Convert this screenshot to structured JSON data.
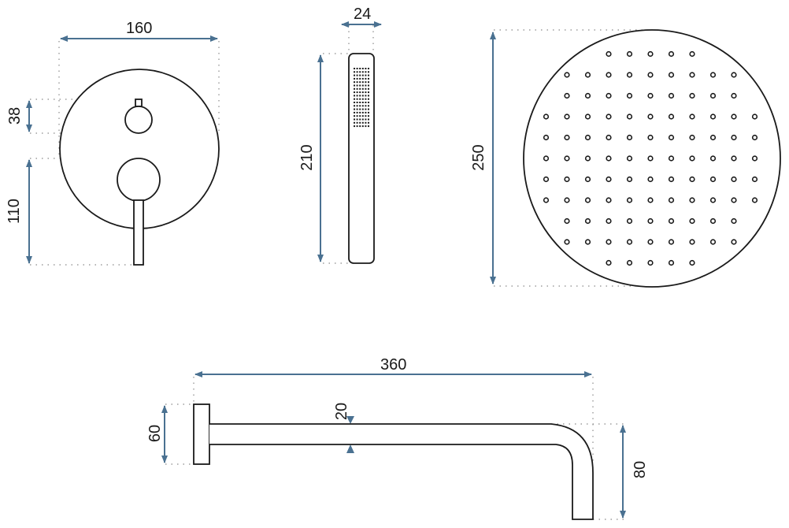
{
  "diagram": {
    "type": "technical-dimension-drawing",
    "colors": {
      "outline": "#1a1a1a",
      "dimension": "#4a7191",
      "extension": "#8a8a8a",
      "background": "#ffffff"
    },
    "parts": [
      {
        "id": "mixer-valve",
        "label": "Concealed mixer valve (front view)",
        "dimensions": {
          "width": "160",
          "knob_diameter": "38",
          "lever_offset": "110"
        }
      },
      {
        "id": "hand-shower",
        "label": "Hand shower",
        "dimensions": {
          "width": "24",
          "length": "210"
        }
      },
      {
        "id": "rain-shower-head",
        "label": "Round rain shower head",
        "dimensions": {
          "diameter": "250"
        },
        "nozzle_rows": [
          5,
          9,
          9,
          11,
          11,
          11,
          11,
          11,
          9,
          9,
          5
        ]
      },
      {
        "id": "shower-arm",
        "label": "Wall shower arm",
        "dimensions": {
          "length": "360",
          "flange_diameter": "60",
          "pipe_diameter": "20",
          "drop": "80"
        }
      }
    ]
  },
  "labels": {
    "valve_width": "160",
    "valve_knob": "38",
    "valve_lever": "110",
    "hand_width": "24",
    "hand_length": "210",
    "head_diameter": "250",
    "arm_length": "360",
    "arm_flange": "60",
    "arm_pipe": "20",
    "arm_drop": "80"
  }
}
